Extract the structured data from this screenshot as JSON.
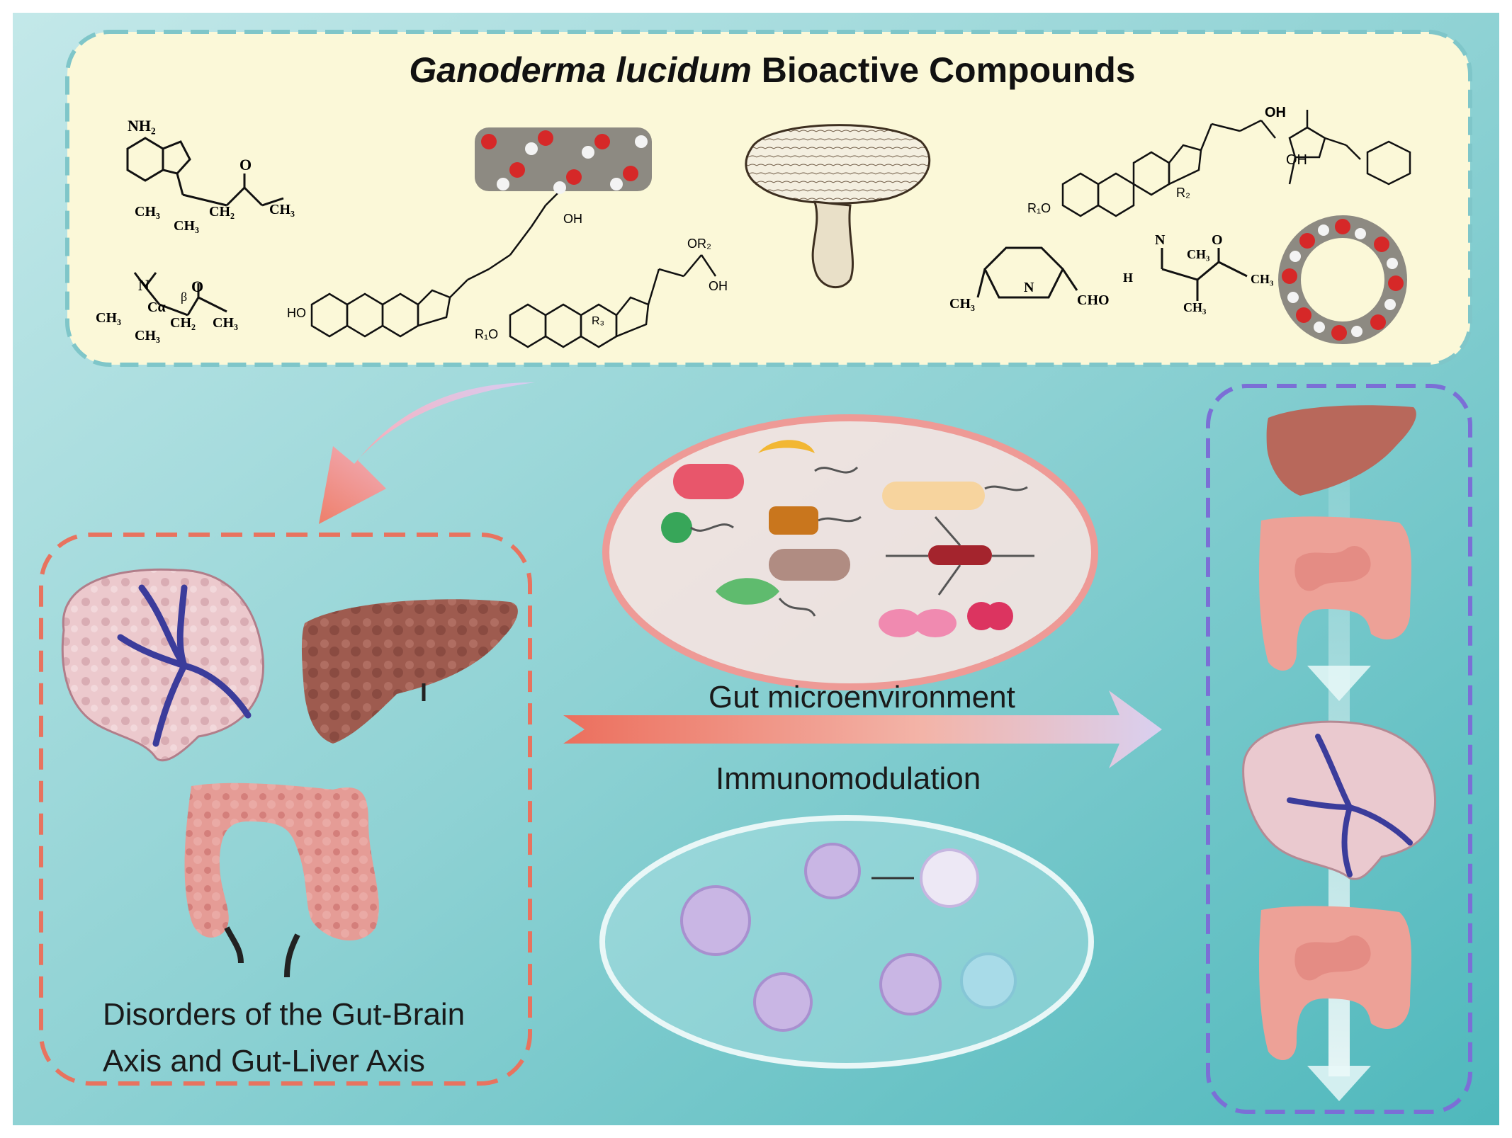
{
  "title": {
    "italic": "Ganoderma lucidum",
    "rest": " Bioactive Compounds"
  },
  "labels": {
    "disorders_line1": "Disorders of the Gut-Brain",
    "disorders_line2": "Axis and Gut-Liver Axis",
    "gut_microenvironment": "Gut microenvironment",
    "immunomodulation": "Immunomodulation"
  },
  "chem_text": {
    "nh2": "NH₂",
    "ch3": "CH₃",
    "ch2": "CH₂",
    "oh": "OH",
    "o": "O",
    "h": "H",
    "n": "N",
    "cho": "CHO",
    "r1o": "R₁O",
    "r2": "R₂",
    "r3": "R₃",
    "or2": "OR₂",
    "ho": "HO",
    "ca": "Cα",
    "alpha": "α",
    "beta": "β"
  },
  "colors": {
    "background_top": "#b9e3e4",
    "background_bottom": "#5dbfc2",
    "compound_panel": "#fbf8d8",
    "panel_border": "#7fc6c9",
    "disorder_border": "#e8735f",
    "benefit_border": "#7b6fd6",
    "liver": "#9c5a4e",
    "intestine": "#e9a29a",
    "brain": "#e8c6cc",
    "vessel": "#3b3c9b",
    "immune_cell": "#c9b6e4"
  }
}
